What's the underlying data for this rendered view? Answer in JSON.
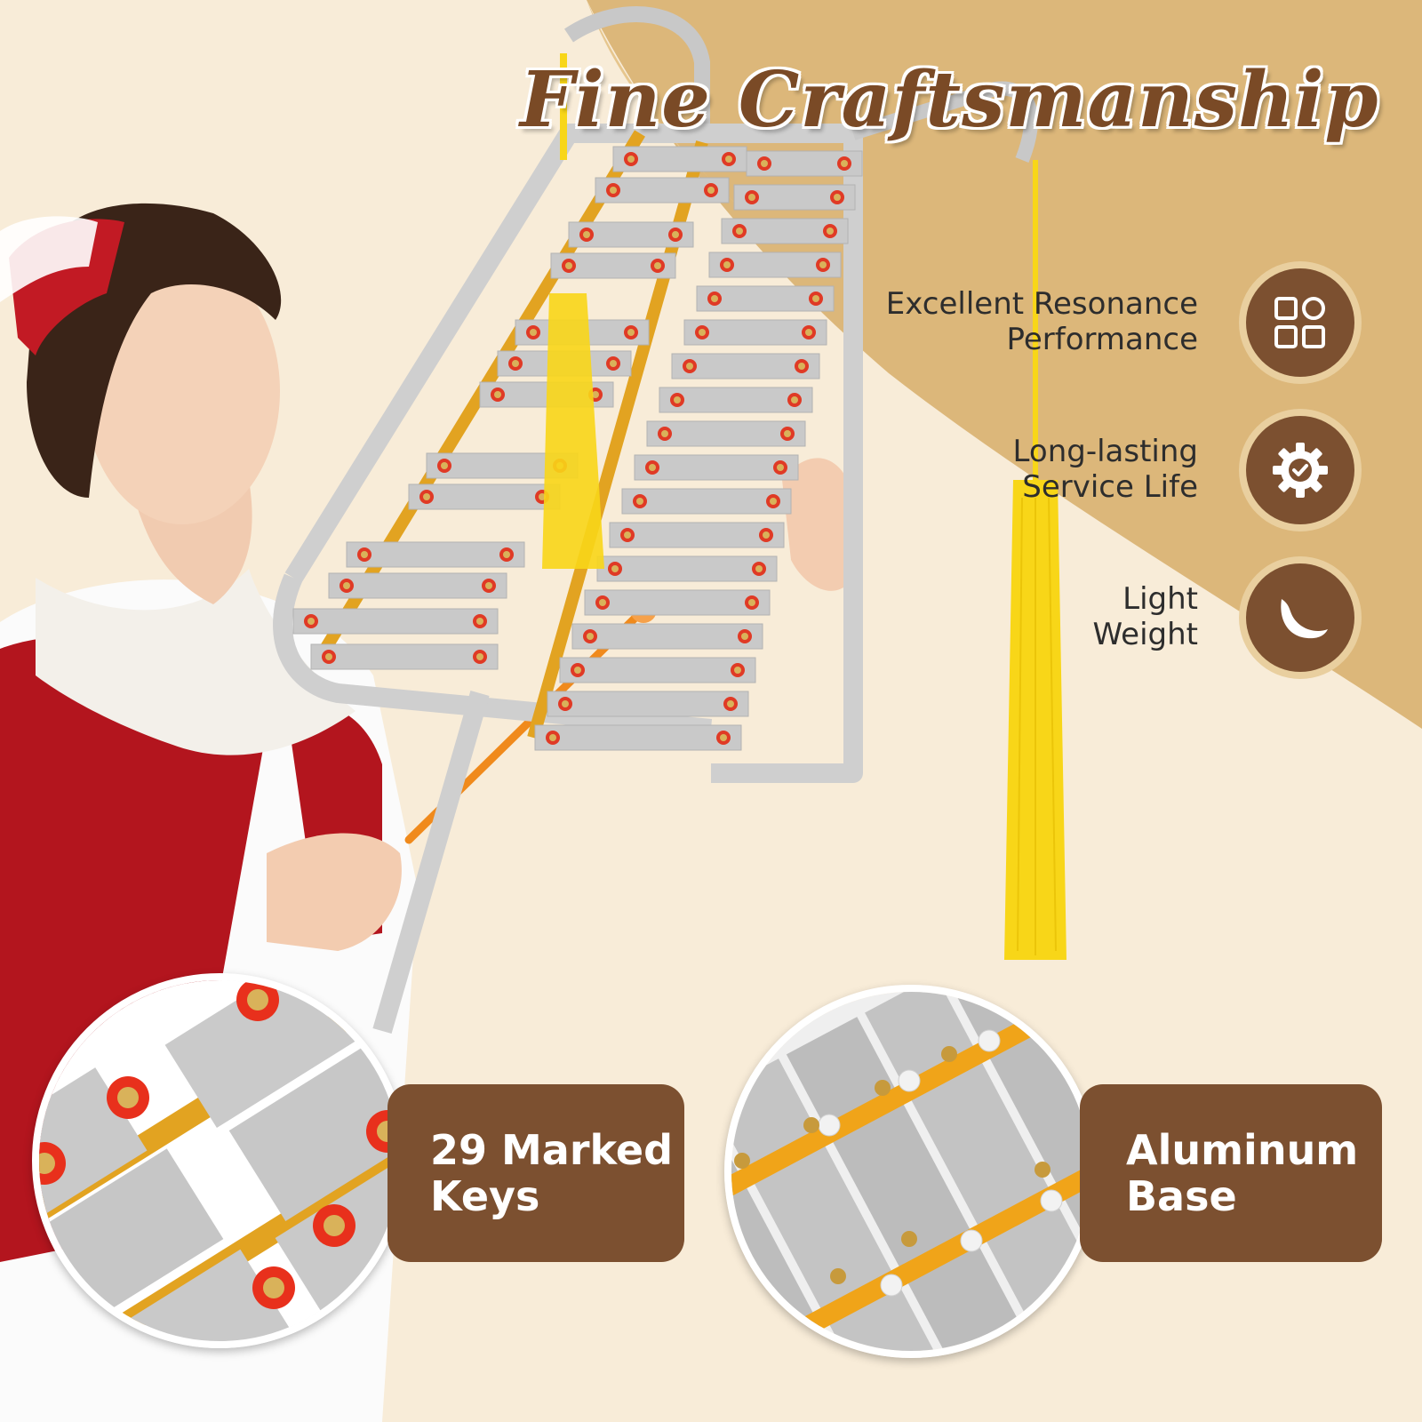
{
  "title": "Fine Craftsmanship",
  "features": [
    {
      "label_line1": "Excellent Resonance",
      "label_line2": "Performance",
      "icon": "grid-icon"
    },
    {
      "label_line1": "Long-lasting",
      "label_line2": "Service Life",
      "icon": "gear-check-icon"
    },
    {
      "label_line1": "Light",
      "label_line2": "Weight",
      "icon": "feather-icon"
    }
  ],
  "callouts": [
    {
      "line1": "29 Marked",
      "line2": "Keys"
    },
    {
      "line1": "Aluminum",
      "line2": "Base"
    }
  ],
  "colors": {
    "brown": "#7c5030",
    "tan": "#dcb77a",
    "cream": "#f8ecd8",
    "ring": "#e9cf9f"
  }
}
